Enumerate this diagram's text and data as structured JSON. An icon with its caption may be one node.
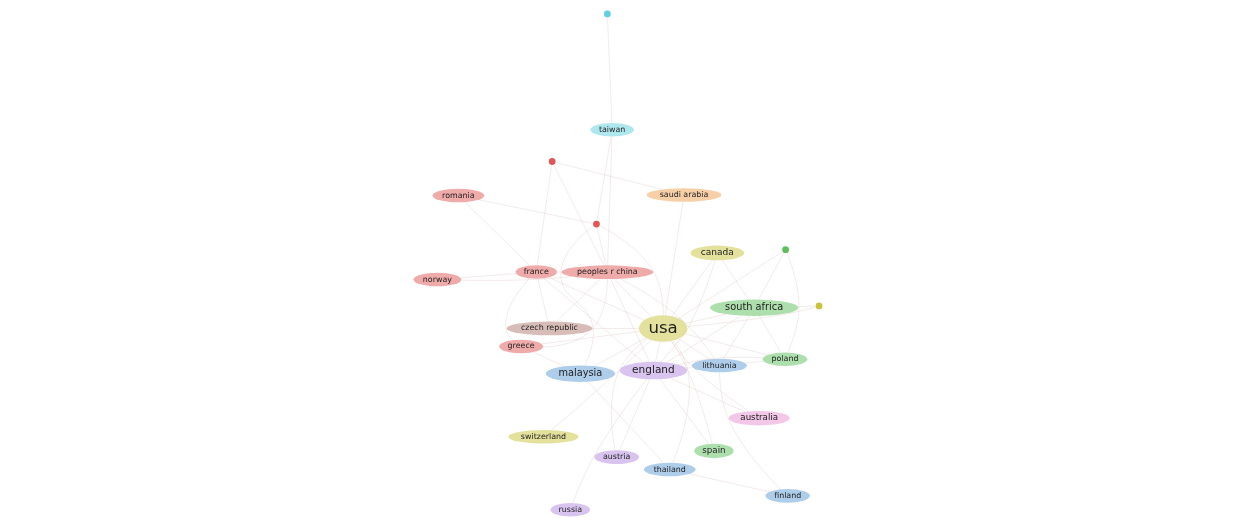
{
  "diagram": {
    "nodes": [
      {
        "text": [
          "switzerland"
        ]
      },
      {
        "text": [
          "finland"
        ]
      },
      {
        "text": [
          "thailand"
        ]
      },
      {
        "text": [
          "canada"
        ]
      },
      {
        "text": [],
        "shape": "circle"
      },
      {
        "text": [
          "malaysia"
        ]
      },
      {
        "text": [
          "usa"
        ]
      },
      {
        "text": [
          "australia"
        ]
      },
      {
        "text": [
          "greece"
        ]
      },
      {
        "text": [
          "czech republic"
        ]
      },
      {
        "text": [
          "austria"
        ]
      },
      {
        "text": [
          "norway"
        ]
      },
      {
        "text": [
          "lithuania"
        ]
      },
      {
        "text": [],
        "shape": "circle"
      },
      {
        "text": [
          "taiwan"
        ]
      },
      {
        "text": [],
        "shape": "circle"
      },
      {
        "text": [
          "france"
        ]
      },
      {
        "text": [
          "romania"
        ]
      },
      {
        "text": [
          "england"
        ]
      },
      {
        "text": [
          "peoples r china"
        ]
      },
      {
        "text": [],
        "shape": "circle"
      },
      {
        "text": [
          "russia"
        ]
      },
      {
        "text": [
          "saudi arabia"
        ]
      },
      {
        "text": [
          "poland"
        ]
      },
      {
        "text": [
          "south africa"
        ]
      },
      {
        "text": [
          "spain"
        ]
      },
      {
        "text": [],
        "shape": "circle"
      }
    ],
    "edges": [
      {
        "from": 6,
        "to": 0,
        "arrow": "none"
      },
      {
        "from": 6,
        "to": 3,
        "arrow": "none"
      },
      {
        "from": 6,
        "to": 4,
        "arrow": "none"
      },
      {
        "from": 6,
        "to": 7,
        "arrow": "none"
      },
      {
        "from": 6,
        "to": 18,
        "arrow": "none"
      },
      {
        "from": 6,
        "to": 5,
        "arrow": "none"
      },
      {
        "from": 6,
        "to": 2,
        "arrow": "none"
      },
      {
        "from": 6,
        "to": 12,
        "arrow": "none"
      },
      {
        "from": 6,
        "to": 19,
        "arrow": "none"
      },
      {
        "from": 6,
        "to": 16,
        "arrow": "none"
      },
      {
        "from": 6,
        "to": 8,
        "arrow": "none"
      },
      {
        "from": 6,
        "to": 9,
        "arrow": "none"
      },
      {
        "from": 6,
        "to": 15,
        "arrow": "none"
      },
      {
        "from": 6,
        "to": 22,
        "arrow": "none"
      },
      {
        "from": 6,
        "to": 23,
        "arrow": "none"
      },
      {
        "from": 6,
        "to": 24,
        "arrow": "none"
      },
      {
        "from": 6,
        "to": 25,
        "arrow": "none"
      },
      {
        "from": 6,
        "to": 26,
        "arrow": "none"
      },
      {
        "from": 6,
        "to": 10,
        "arrow": "none"
      },
      {
        "from": 1,
        "to": 2,
        "arrow": "none"
      },
      {
        "from": 1,
        "to": 12,
        "arrow": "none"
      },
      {
        "from": 2,
        "to": 5,
        "arrow": "none"
      },
      {
        "from": 5,
        "to": 15,
        "arrow": "none"
      },
      {
        "from": 5,
        "to": 8,
        "arrow": "none"
      },
      {
        "from": 13,
        "to": 14,
        "arrow": "none"
      },
      {
        "from": 14,
        "to": 15,
        "arrow": "none"
      },
      {
        "from": 14,
        "to": 19,
        "arrow": "none"
      },
      {
        "from": 16,
        "to": 17,
        "arrow": "none"
      },
      {
        "from": 15,
        "to": 17,
        "arrow": "none"
      },
      {
        "from": 16,
        "to": 9,
        "arrow": "none"
      },
      {
        "from": 16,
        "to": 8,
        "arrow": "none"
      },
      {
        "from": 16,
        "to": 11,
        "arrow": "none"
      },
      {
        "from": 16,
        "to": 19,
        "arrow": "none"
      },
      {
        "from": 16,
        "to": 20,
        "arrow": "none"
      },
      {
        "from": 15,
        "to": 19,
        "arrow": "none"
      },
      {
        "from": 11,
        "to": 19,
        "arrow": "none"
      },
      {
        "from": 9,
        "to": 19,
        "arrow": "none"
      },
      {
        "from": 8,
        "to": 19,
        "arrow": "none"
      },
      {
        "from": 19,
        "to": 12,
        "arrow": "none"
      },
      {
        "from": 19,
        "to": 20,
        "arrow": "none"
      },
      {
        "from": 20,
        "to": 22,
        "arrow": "none"
      },
      {
        "from": 18,
        "to": 7,
        "arrow": "none"
      },
      {
        "from": 18,
        "to": 10,
        "arrow": "none"
      },
      {
        "from": 18,
        "to": 21,
        "arrow": "none"
      },
      {
        "from": 18,
        "to": 24,
        "arrow": "none"
      },
      {
        "from": 18,
        "to": 25,
        "arrow": "none"
      },
      {
        "from": 18,
        "to": 23,
        "arrow": "none"
      },
      {
        "from": 18,
        "to": 19,
        "arrow": "none"
      },
      {
        "from": 18,
        "to": 16,
        "arrow": "none"
      },
      {
        "from": 18,
        "to": 12,
        "arrow": "none"
      },
      {
        "from": 3,
        "to": 18,
        "arrow": "none"
      },
      {
        "from": 3,
        "to": 24,
        "arrow": "none"
      },
      {
        "from": 4,
        "to": 24,
        "arrow": "none"
      },
      {
        "from": 23,
        "to": 24,
        "arrow": "none"
      },
      {
        "from": 23,
        "to": 26,
        "arrow": "none"
      },
      {
        "from": 24,
        "to": 26,
        "arrow": "none"
      },
      {
        "from": 12,
        "to": 23,
        "arrow": "none"
      },
      {
        "from": 12,
        "to": 24,
        "arrow": "none"
      }
    ]
  }
}
